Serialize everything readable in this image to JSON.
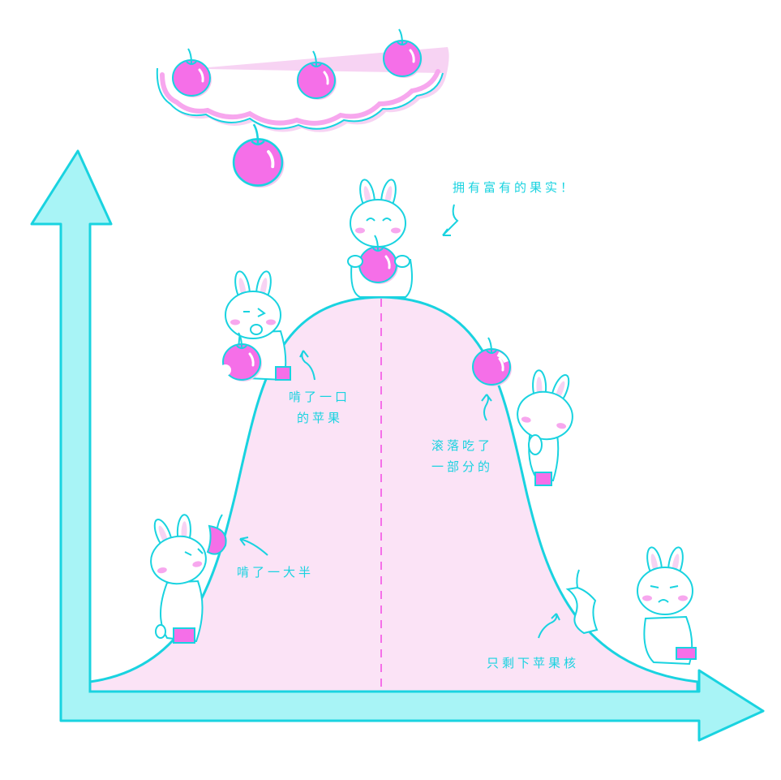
{
  "annotations": {
    "top": "拥有富有的果实！",
    "left_upper_line1": "啃了一口",
    "left_upper_line2": "的苹果",
    "left_lower": "啃了一大半",
    "right_upper_line1": "滚落吃了",
    "right_upper_line2": "一部分的",
    "right_lower": "只剩下苹果核"
  },
  "colors": {
    "outline": "#19d3e0",
    "arrow_fill": "#a8f4f6",
    "curve_fill": "#fbe3f6",
    "apple": "#f56fe8",
    "apple_shadow": "#f3c8f0",
    "bunny_fill": "#ffffff",
    "bunny_ear": "#f7d3f3",
    "cheek": "#f7a7ee",
    "dashed_line": "#f56fe8"
  },
  "icons": [
    "cloud-icon",
    "apple-icon",
    "bunny-icon",
    "apple-core-icon",
    "curved-arrow-icon"
  ]
}
